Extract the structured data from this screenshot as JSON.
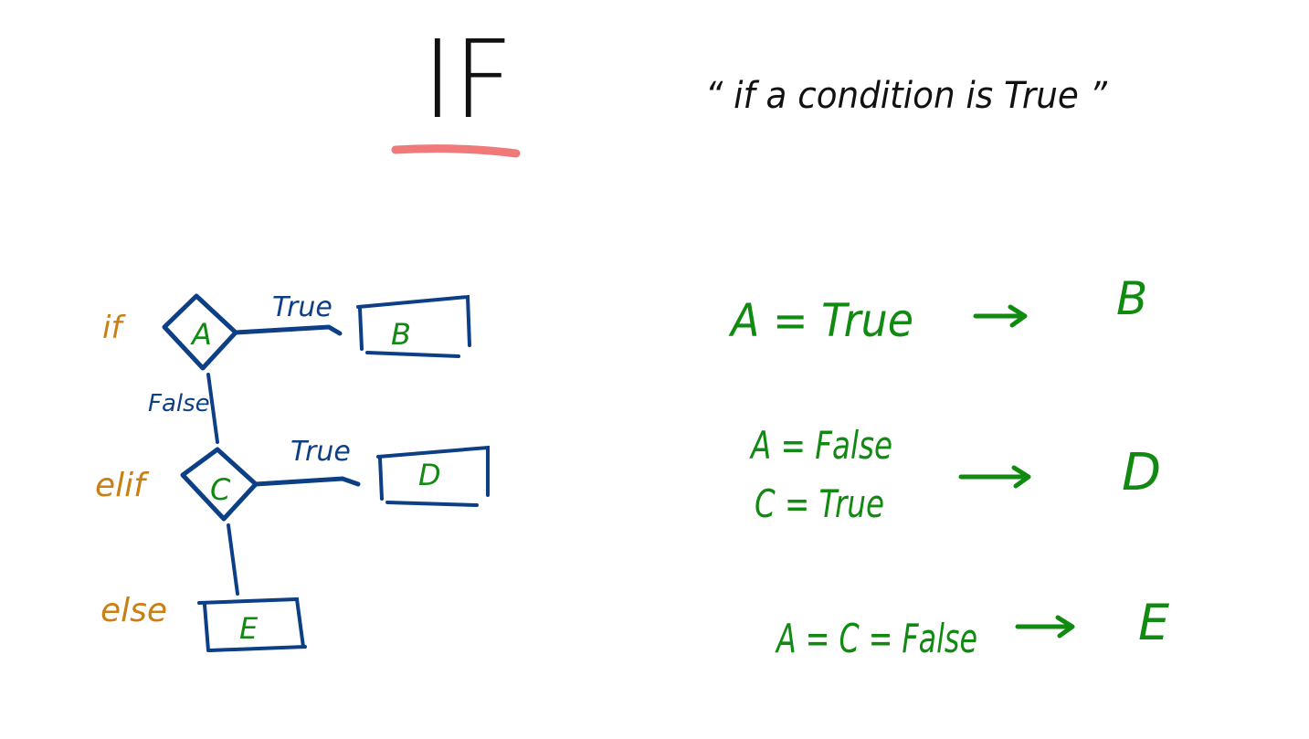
{
  "colors": {
    "black": "#111111",
    "blue": "#0d3f86",
    "green": "#118a11",
    "orange": "#c97f14",
    "underline": "#f07a7a"
  },
  "title": "IF",
  "quote": "“ if a condition is True ”",
  "flowchart": {
    "keywords": {
      "if": "if",
      "elif": "elif",
      "else": "else"
    },
    "decisions": {
      "a": "A",
      "c": "C"
    },
    "boxes": {
      "b": "B",
      "d": "D",
      "e": "E"
    },
    "edge_labels": {
      "a_true": "True",
      "a_false": "False",
      "c_true": "True"
    }
  },
  "rules": [
    {
      "condition_lines": [
        "A = True"
      ],
      "result": "B"
    },
    {
      "condition_lines": [
        "A = False",
        "C = True"
      ],
      "result": "D"
    },
    {
      "condition_lines": [
        "A = C = False"
      ],
      "result": "E"
    }
  ]
}
